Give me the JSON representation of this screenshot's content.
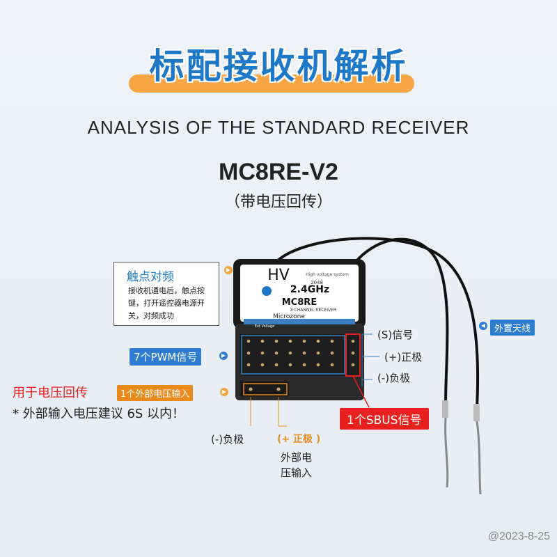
{
  "header": {
    "title_cn": "标配接收机解析",
    "subtitle_en": "ANALYSIS OF THE STANDARD RECEIVER",
    "model": "MC8RE-V2",
    "model_sub": "（带电压回传）"
  },
  "receiver": {
    "hv_mark": "HV",
    "hv_sub": "High voltage system",
    "freq": "2.4GHz",
    "code": "2048",
    "model_print": "MC8RE",
    "channels": "8 CHANNEL RECEIVER",
    "brand": "Microzone",
    "voltage_note": "Ext Voltage"
  },
  "callouts": {
    "bind_title": "触点对频",
    "bind_text": "接收机通电后，触点按键，打开遥控器电源开关，对频成功",
    "pwm_badge": "7个PWM信号",
    "antenna_badge": "外置天线",
    "sbus_badge": "1个SBUS信号",
    "s_signal": "(S)信号",
    "plus_pos": "(+)正极",
    "minus_neg": "(-)负极",
    "voltage_use": "用于电压回传",
    "ext_input_badge": "1个外部电压输入",
    "note": "* 外部输入电压建议 6S 以内！",
    "bottom_minus": "(-)负极",
    "bottom_plus": "(+ 正极 )",
    "ext_input_label_1": "外部电",
    "ext_input_label_2": "压输入"
  },
  "watermark": "@2023-8-25",
  "colors": {
    "accent_blue": "#2f7dd0",
    "accent_orange": "#e88a1c",
    "accent_red": "#e8211f",
    "title_bar": "#f6a545"
  },
  "icons": {
    "arrow": "arrow-right-icon",
    "arrow_left": "arrow-left-icon"
  }
}
